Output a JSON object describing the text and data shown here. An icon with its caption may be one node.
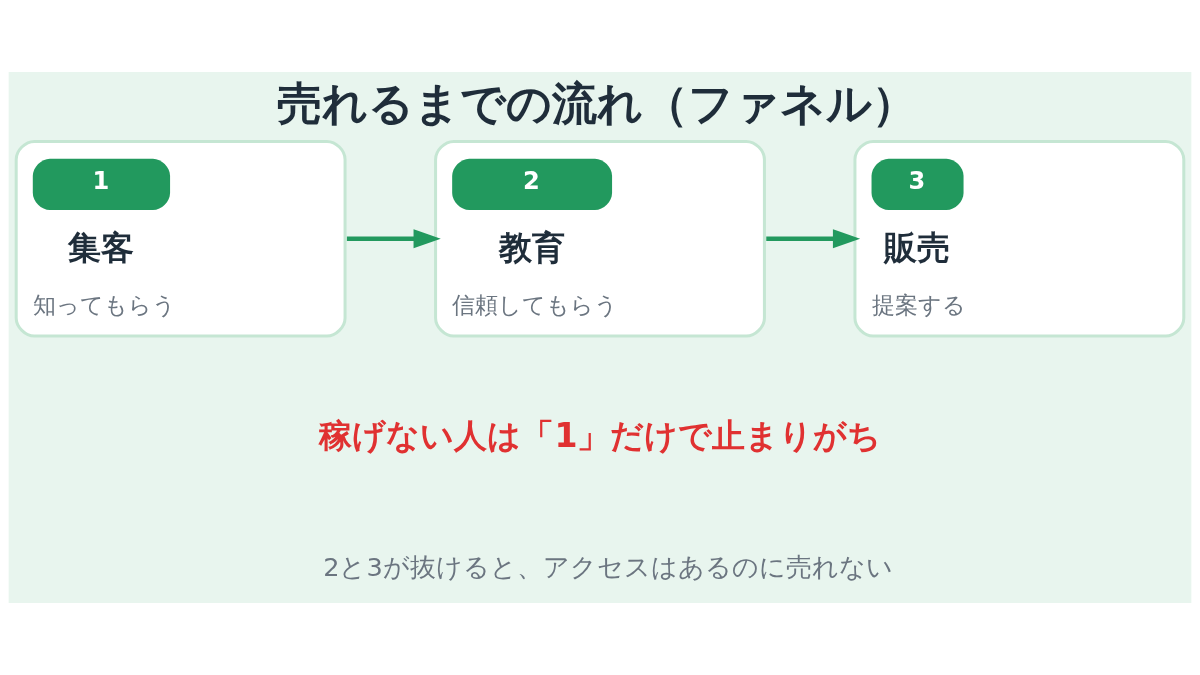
{
  "diagram": {
    "title": "売れるまでの流れ（ファネル）",
    "nodes": [
      {
        "text": [
          "1",
          "集客",
          "知ってもらう"
        ]
      },
      {
        "text": [
          "2",
          "教育",
          "信頼してもらう"
        ]
      },
      {
        "text": [
          "3",
          "販売",
          "提案する"
        ]
      }
    ],
    "edges": [
      {
        "from": 0,
        "to": 1,
        "arrow": "to"
      },
      {
        "from": 1,
        "to": 2,
        "arrow": "to"
      }
    ],
    "labels": [
      "稼げない人は「1」だけで止まりがち",
      "2と3が抜けると、アクセスはあるのに売れない"
    ]
  }
}
